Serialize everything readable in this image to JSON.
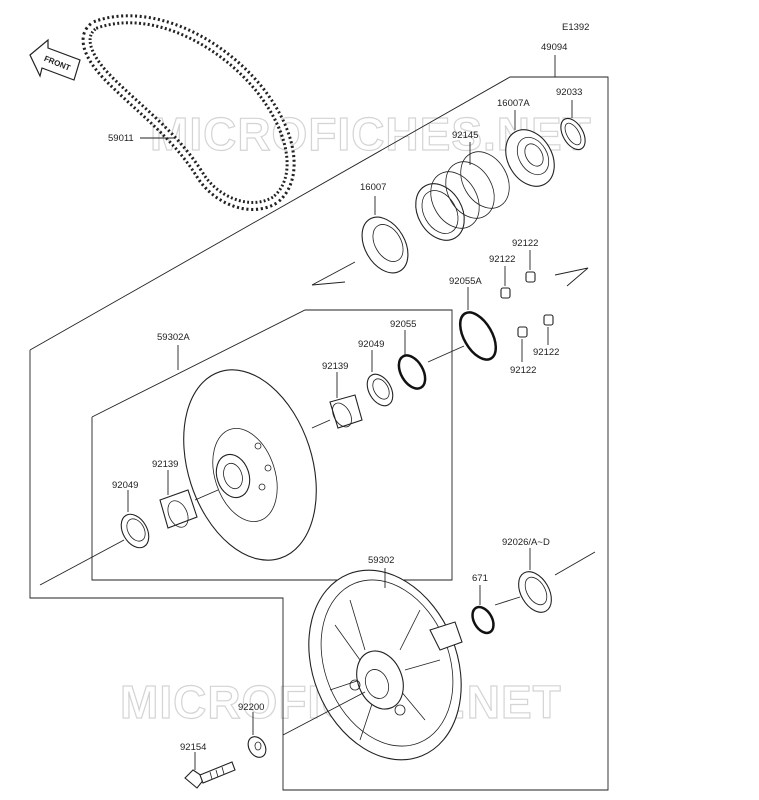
{
  "diagram_code": "E1392",
  "front_label": "FRONT",
  "watermarks": [
    "MICROFICHES.NET",
    "MICROFICHES.NET"
  ],
  "parts": {
    "p49094": "49094",
    "p92033": "92033",
    "p16007A": "16007A",
    "p92145": "92145",
    "p59011": "59011",
    "p16007": "16007",
    "p92122a": "92122",
    "p92122b": "92122",
    "p92122c": "92122",
    "p92122d": "92122",
    "p92055A": "92055A",
    "p59302A": "59302A",
    "p92055": "92055",
    "p92049a": "92049",
    "p92139a": "92139",
    "p92139b": "92139",
    "p92049b": "92049",
    "p92026": "92026/A~D",
    "p59302": "59302",
    "p671": "671",
    "p92200": "92200",
    "p92154": "92154"
  }
}
